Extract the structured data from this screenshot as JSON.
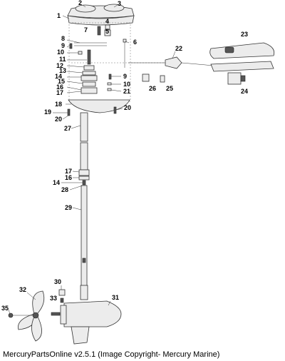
{
  "footer": {
    "text": "MercuryPartsOnline v2.5.1 (Image Copyright- Mercury Marine)"
  },
  "callouts": {
    "c1": "1",
    "c2": "2",
    "c3": "3",
    "c4": "4",
    "c5": "5",
    "c6": "6",
    "c7": "7",
    "c8": "8",
    "c9a": "9",
    "c9b": "9",
    "c10a": "10",
    "c10b": "10",
    "c11": "11",
    "c12": "12",
    "c13": "13",
    "c14a": "14",
    "c14b": "14",
    "c15": "15",
    "c16a": "16",
    "c16b": "16",
    "c17a": "17",
    "c17b": "17",
    "c18": "18",
    "c19": "19",
    "c20a": "20",
    "c20b": "20",
    "c21": "21",
    "c22": "22",
    "c23": "23",
    "c24": "24",
    "c25": "25",
    "c26": "26",
    "c27": "27",
    "c28": "28",
    "c29": "29",
    "c30": "30",
    "c31": "31",
    "c32": "32",
    "c33": "33",
    "c35": "35"
  }
}
